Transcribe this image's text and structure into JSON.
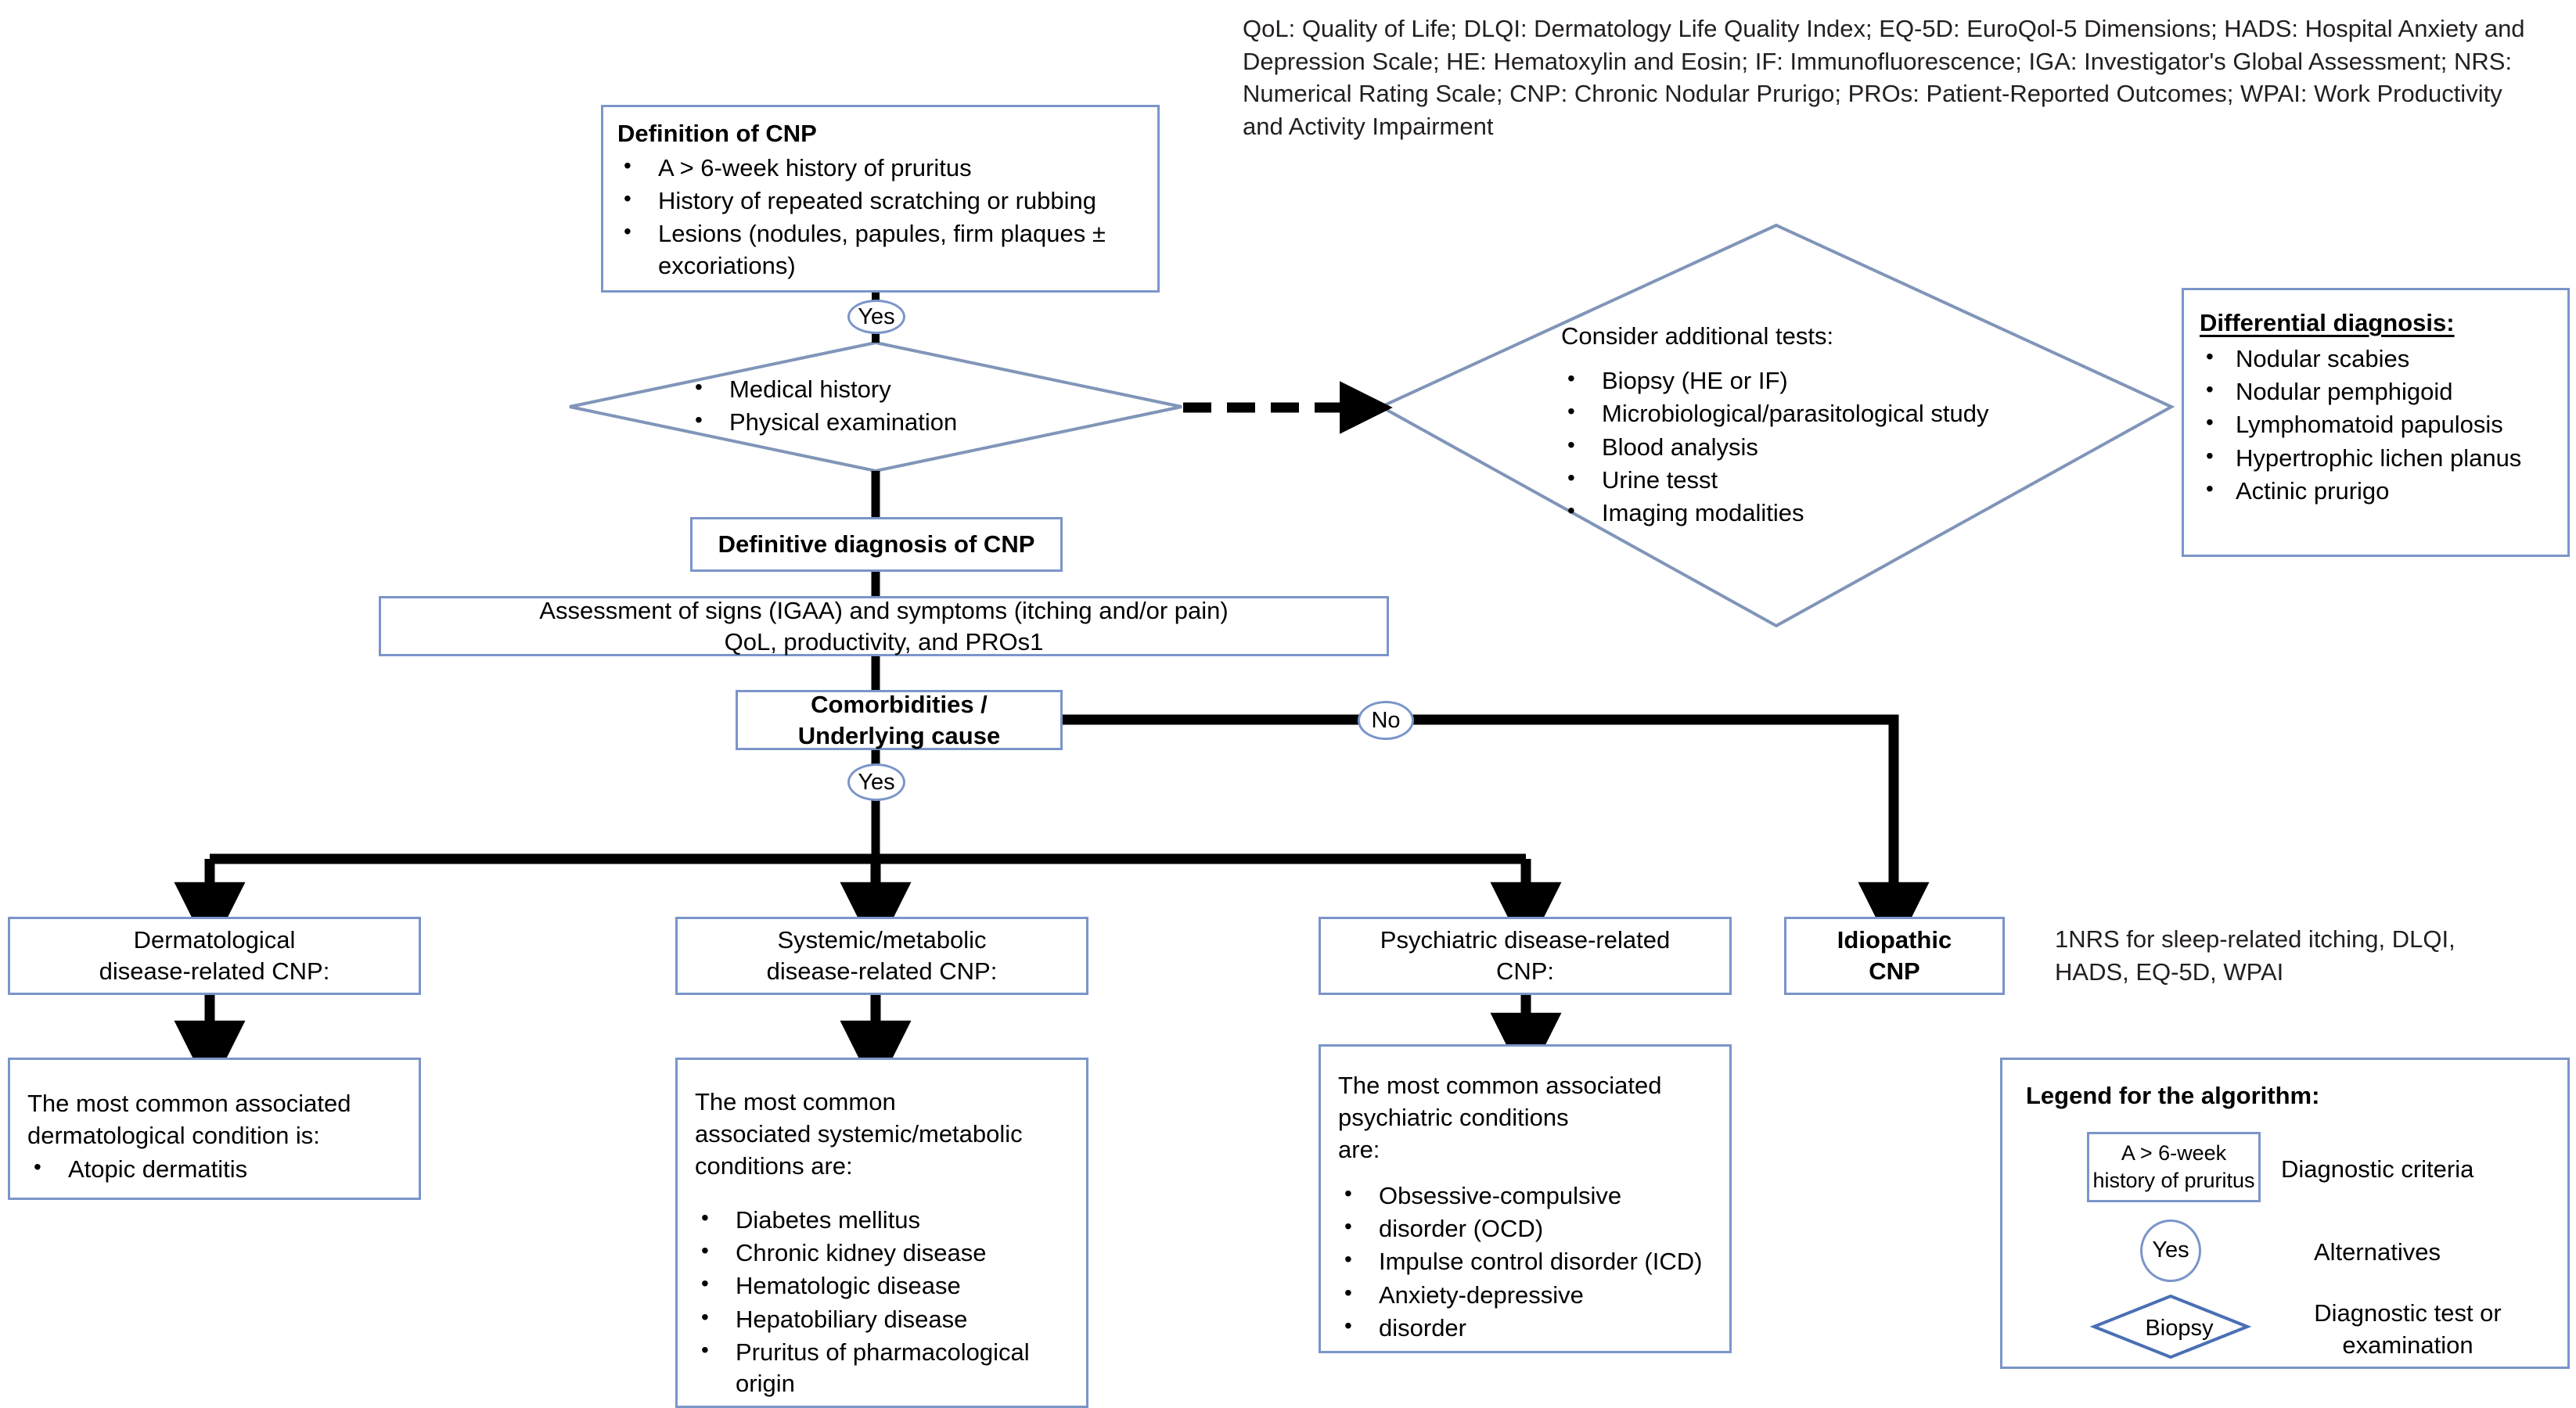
{
  "abbreviations": {
    "text": "QoL: Quality of Life; DLQI: Dermatology Life Quality Index; EQ-5D: EuroQol-5 Dimensions; HADS: Hospital Anxiety and Depression Scale; HE: Hematoxylin and Eosin; IF: Immunofluorescence; IGA: Investigator's Global Assessment; NRS: Numerical Rating Scale; CNP: Chronic Nodular Prurigo; PROs: Patient-Reported Outcomes; WPAI: Work Productivity and Activity Impairment"
  },
  "definition_box": {
    "title": "Definition of CNP",
    "items": [
      "A > 6-week history of pruritus",
      "History of repeated scratching or rubbing",
      "Lesions (nodules, papules, firm plaques ± excoriations)"
    ]
  },
  "connectors": {
    "yes_top": "Yes",
    "yes_branch": "Yes",
    "no_branch": "No"
  },
  "history_diamond": {
    "items": [
      "Medical history",
      "Physical examination"
    ]
  },
  "tests_diamond": {
    "title": "Consider additional tests:",
    "items": [
      "Biopsy (HE or IF)",
      "Microbiological/parasitological study",
      "Blood analysis",
      "Urine tesst",
      "Imaging modalities"
    ]
  },
  "differential_box": {
    "title": "Differential diagnosis:",
    "items": [
      "Nodular scabies",
      "Nodular pemphigoid",
      "Lymphomatoid papulosis",
      "Hypertrophic lichen planus",
      "Actinic prurigo"
    ]
  },
  "definitive_box": {
    "label": "Definitive diagnosis of CNP"
  },
  "assessment_box": {
    "line1": "Assessment of signs (IGAA) and symptoms (itching and/or pain)",
    "line2": "QoL, productivity, and PROs1"
  },
  "comorbidities_box": {
    "line1": "Comorbidities /",
    "line2": "Underlying cause"
  },
  "branches": [
    {
      "line1": "Dermatological",
      "line2": "disease-related CNP:"
    },
    {
      "line1": "Systemic/metabolic",
      "line2": "disease-related CNP:"
    },
    {
      "line1": "Psychiatric disease-related",
      "line2": "CNP:"
    },
    {
      "line1": "Idiopathic",
      "line2": "CNP"
    }
  ],
  "detail_dermatological": {
    "lead1": "The most common associated",
    "lead2": "dermatological condition is:",
    "items": [
      "Atopic dermatitis"
    ]
  },
  "detail_systemic": {
    "lead1": "The most common",
    "lead2": "associated systemic/metabolic",
    "lead3": "conditions are:",
    "items": [
      "Diabetes mellitus",
      "Chronic kidney disease",
      "Hematologic disease",
      "Hepatobiliary disease",
      "Pruritus of pharmacological origin"
    ]
  },
  "detail_psychiatric": {
    "lead1": "The most common associated",
    "lead2": "psychiatric conditions",
    "lead3": "are:",
    "items": [
      "Obsessive-compulsive",
      "disorder (OCD)",
      "Impulse control disorder (ICD)",
      "Anxiety-depressive",
      "disorder"
    ]
  },
  "footnote": {
    "line1": "1NRS for sleep-related itching, DLQI,",
    "line2": "HADS, EQ-5D, WPAI"
  },
  "legend": {
    "title": "Legend for the algorithm:",
    "criteria_shape_line1": "A > 6-week",
    "criteria_shape_line2": "history of pruritus",
    "criteria_label": "Diagnostic criteria",
    "alternatives_shape": "Yes",
    "alternatives_label": "Alternatives",
    "test_shape": "Biopsy",
    "test_label_line1": "Diagnostic test or",
    "test_label_line2": "examination"
  },
  "colors": {
    "box_border": "#7B95C9",
    "shape_outline": "#8095B8",
    "legend_diamond": "#4A6FB5",
    "arrow": "#000000"
  }
}
